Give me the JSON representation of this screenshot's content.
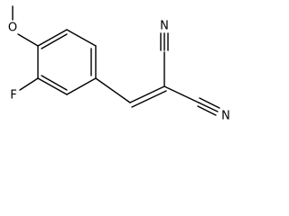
{
  "molecule": {
    "atoms": {
      "methyl": "",
      "methoxy_oxygen": "O",
      "fluorine": "F",
      "nitrile_n_top": "N",
      "nitrile_n_bottom": "N"
    }
  }
}
